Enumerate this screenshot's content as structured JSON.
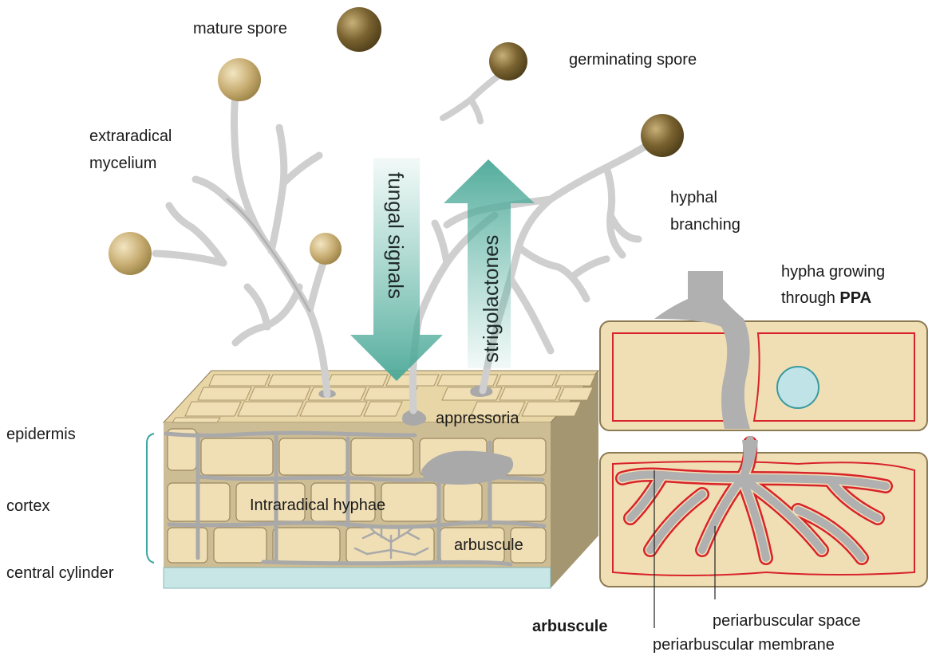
{
  "labels": {
    "mature_spore": "mature spore",
    "germinating_spore": "germinating spore",
    "extraradical_1": "extraradical",
    "extraradical_2": "mycelium",
    "hyphal_1": "hyphal",
    "hyphal_2": "branching",
    "ppa_1": "hypha growing",
    "ppa_2_prefix": "through ",
    "ppa_2_bold": "PPA",
    "fungal_signals": "fungal signals",
    "strigolactones": "strigolactones",
    "appressoria": "appressoria",
    "epidermis": "epidermis",
    "cortex": "cortex",
    "central_cylinder": "central cylinder",
    "intraradical_hyphae": "Intraradical hyphae",
    "arbuscule_inner": "arbuscule",
    "arbuscule_bold": "arbuscule",
    "periarbuscular_space": "periarbuscular space",
    "periarbuscular_membrane": "periarbuscular membrane"
  },
  "colors": {
    "spore": "#b9a06a",
    "dark_spore": "#6e5a2e",
    "hypha": "#d2d2d2",
    "hypha_dark": "#a9a9a9",
    "cell": "#f0dfb5",
    "cell_border": "#8c7a55",
    "block_side": "#a39670",
    "arrow": "#5fb7a6",
    "membrane": "#d8232a",
    "vacuole": "#bfe3e6",
    "cylinder": "#c8e6e6",
    "bracket": "#3aa7a0"
  }
}
